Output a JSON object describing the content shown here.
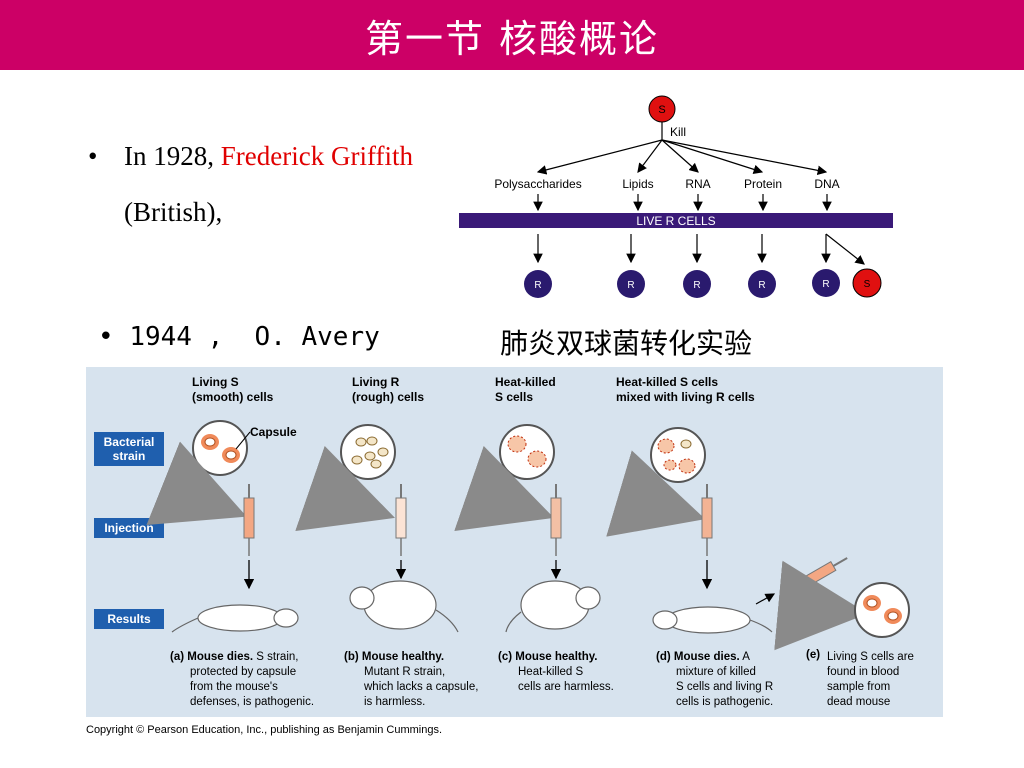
{
  "header": {
    "title": "第一节   核酸概论",
    "bg_color": "#cc0066"
  },
  "bullet1": {
    "marker": "•",
    "prefix": "In 1928, ",
    "name": "Frederick Griffith",
    "suffix": " (British),"
  },
  "bullet2": {
    "marker": "•",
    "text": "1944 ,  O. Avery",
    "cn_text": "肺炎双球菌转化实验"
  },
  "top_diagram": {
    "s_label": "S",
    "kill": "Kill",
    "components": [
      "Polysaccharides",
      "Lipids",
      "RNA",
      "Protein",
      "DNA"
    ],
    "bar": "LIVE  R  CELLS",
    "results": [
      "R",
      "R",
      "R",
      "R",
      "R",
      "S"
    ]
  },
  "bottom_diagram": {
    "row_labels": [
      "Bacterial\nstrain",
      "Injection",
      "Results"
    ],
    "columns": [
      {
        "h1": "Living S",
        "h2": "(smooth) cells"
      },
      {
        "h1": "Living R",
        "h2": "(rough) cells"
      },
      {
        "h1": "Heat-killed",
        "h2": "S cells"
      },
      {
        "h1": "Heat-killed S cells",
        "h2": "mixed with living R cells"
      }
    ],
    "capsule": "Capsule",
    "captions": [
      {
        "tag": "(a)",
        "bold": "Mouse dies.",
        "rest": [
          " S strain,",
          "protected by capsule",
          "from the mouse's",
          "defenses, is pathogenic."
        ]
      },
      {
        "tag": "(b)",
        "bold": "Mouse healthy.",
        "rest": [
          "",
          "Mutant R strain,",
          "which lacks a capsule,",
          "is harmless."
        ]
      },
      {
        "tag": "(c)",
        "bold": "Mouse healthy.",
        "rest": [
          "",
          "Heat-killed S",
          "cells are harmless."
        ]
      },
      {
        "tag": "(d)",
        "bold": "Mouse dies.",
        "rest": [
          " A",
          "mixture of killed",
          "S cells and living R",
          "cells is pathogenic."
        ]
      },
      {
        "tag": "(e)",
        "bold": "",
        "rest": [
          "Living S cells are",
          "found in blood",
          "sample from",
          "dead mouse"
        ]
      }
    ]
  },
  "copyright": "Copyright © Pearson Education, Inc., publishing as Benjamin Cummings."
}
